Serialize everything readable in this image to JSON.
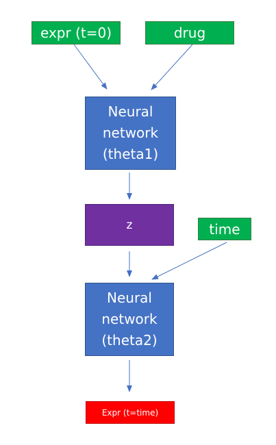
{
  "nodes": {
    "expr_t0": "expr (t=0)",
    "drug": "drug",
    "nn1": "Neural\nnetwork\n(theta1)",
    "z": "z",
    "time": "time",
    "nn2": "Neural\nnetwork\n(theta2)",
    "output": "Expr (t=time)"
  },
  "colors": {
    "input": "#00b050",
    "network": "#4472c4",
    "latent": "#7030a0",
    "output": "#ff0000",
    "arrow": "#4472c4"
  }
}
